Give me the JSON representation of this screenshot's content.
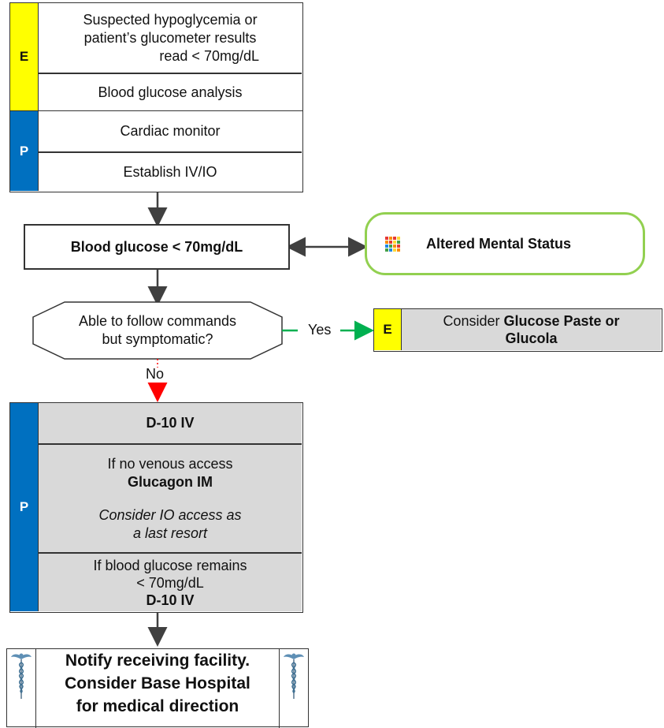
{
  "block1": {
    "tag": "E",
    "line1": "Suspected hypoglycemia or",
    "line2": "patient’s glucometer results",
    "line3": "read < 70mg/dL",
    "row2": "Blood glucose analysis"
  },
  "block2": {
    "tag": "P",
    "row1": "Cardiac monitor",
    "row2": "Establish IV/IO"
  },
  "glucose_box": "Blood glucose < 70mg/dL",
  "ams_box": "Altered Mental Status",
  "decision": {
    "line1": "Able to follow commands",
    "line2": "but symptomatic?",
    "yes": "Yes",
    "no": "No"
  },
  "paste_box": {
    "tag": "E",
    "prefix": "Consider ",
    "bold1": "Glucose Paste or",
    "bold2": "Glucola"
  },
  "block3": {
    "tag": "P",
    "row1": "D-10 IV",
    "row2_line1": "If no venous access",
    "row2_line2": "Glucagon IM",
    "row2_ital1": "Consider IO access as",
    "row2_ital2": "a last resort",
    "row3_line1": "If blood glucose remains",
    "row3_line2": "< 70mg/dL",
    "row3_line3": "D-10 IV"
  },
  "notify": {
    "line1": "Notify receiving facility.",
    "line2": "Consider Base Hospital",
    "line3": "for medical direction"
  },
  "colors": {
    "ems_yellow": "#ffff00",
    "paramedic_blue": "#0070c0",
    "gray_fill": "#d9d9d9",
    "ams_border": "#92d050",
    "yes_arrow": "#00b050",
    "no_arrow": "#ff0000"
  },
  "icons": [
    "grid-mosaic-icon",
    "caduceus-icon"
  ]
}
